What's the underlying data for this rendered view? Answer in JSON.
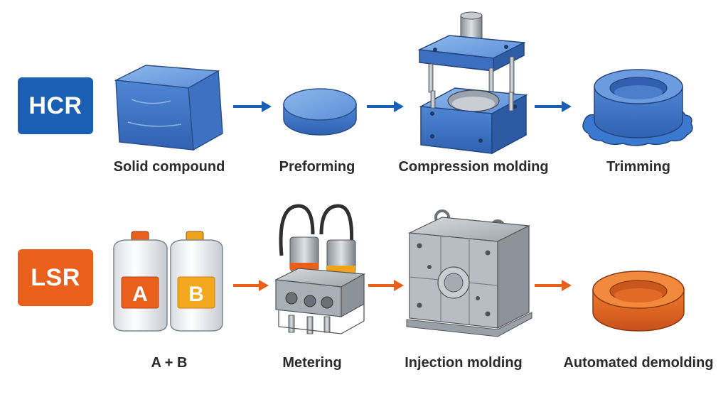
{
  "rows": [
    {
      "id": "hcr",
      "badge": "HCR",
      "color": "#1a5fb4",
      "steps": [
        {
          "label": "Solid compound",
          "icon": "solid-compound-block-icon"
        },
        {
          "label": "Preforming",
          "icon": "preform-disc-icon"
        },
        {
          "label": "Compression molding",
          "icon": "compression-mold-icon"
        },
        {
          "label": "Trimming",
          "icon": "trimmed-ring-icon"
        }
      ]
    },
    {
      "id": "lsr",
      "badge": "LSR",
      "color": "#e8601c",
      "steps": [
        {
          "label": "A + B",
          "icon": "ab-containers-icon",
          "parts": [
            "A",
            "B"
          ]
        },
        {
          "label": "Metering",
          "icon": "metering-unit-icon"
        },
        {
          "label": "Injection molding",
          "icon": "injection-mold-icon"
        },
        {
          "label": "Automated demolding",
          "icon": "demolded-ring-icon"
        }
      ]
    }
  ]
}
